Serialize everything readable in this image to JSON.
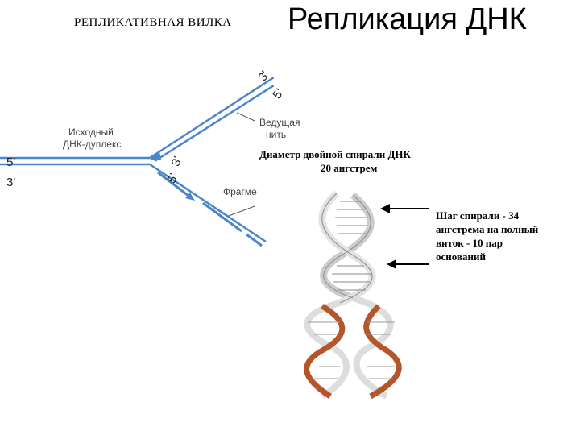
{
  "subtitle": "РЕПЛИКАТИВНАЯ   ВИЛКА",
  "title": "Репликация ДНК",
  "fork": {
    "parent_label_line1": "Исходный",
    "parent_label_line2": "ДНК-дуплекс",
    "left_5": "5'",
    "left_3": "3'",
    "upper_3": "3'",
    "upper_5": "5'",
    "lower_3": "3'",
    "lower_5": "5'",
    "leading_line1": "Ведущая",
    "leading_line2": "нить",
    "fragment_label": "Фрагме",
    "strand_color": "#4a86c8"
  },
  "helix": {
    "diameter_line1": "Диаметр двойной спирали ДНК",
    "diameter_line2": "20 ангстрем",
    "pitch_line1": "Шаг спирали - 34",
    "pitch_line2": "ангстрема на полный",
    "pitch_line3": "виток - 10 пар",
    "pitch_line4": "оснований",
    "new_strand_color": "#b5552a",
    "old_strand_color": "#d8d8d8"
  }
}
